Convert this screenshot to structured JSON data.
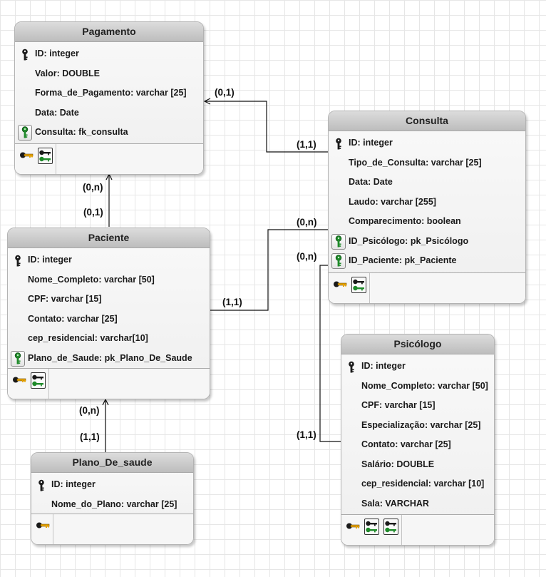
{
  "tables": {
    "pagamento": {
      "title": "Pagamento",
      "fields": [
        "ID: integer",
        "Valor: DOUBLE",
        "Forma_de_Pagamento: varchar [25]",
        "Data: Date",
        "Consulta: fk_consulta"
      ],
      "icons": [
        "primary-key",
        "none",
        "none",
        "none",
        "foreign-key"
      ]
    },
    "consulta": {
      "title": "Consulta",
      "fields": [
        "ID: integer",
        "Tipo_de_Consulta: varchar [25]",
        "Data: Date",
        "Laudo: varchar [255]",
        "Comparecimento: boolean",
        "ID_Psicólogo: pk_Psicólogo",
        "ID_Paciente: pk_Paciente"
      ],
      "icons": [
        "primary-key",
        "none",
        "none",
        "none",
        "none",
        "foreign-key",
        "foreign-key"
      ]
    },
    "paciente": {
      "title": "Paciente",
      "fields": [
        "ID: integer",
        "Nome_Completo: varchar [50]",
        "CPF: varchar [15]",
        "Contato: varchar [25]",
        "cep_residencial: varchar[10]",
        "Plano_de_Saude: pk_Plano_De_Saude"
      ],
      "icons": [
        "primary-key",
        "none",
        "none",
        "none",
        "none",
        "foreign-key"
      ]
    },
    "psicologo": {
      "title": "Psicólogo",
      "fields": [
        "ID: integer",
        "Nome_Completo: varchar [50]",
        "CPF: varchar [15]",
        "Especialização: varchar [25]",
        "Contato: varchar [25]",
        "Salário: DOUBLE",
        "cep_residencial: varchar [10]",
        "Sala: VARCHAR"
      ],
      "icons": [
        "primary-key",
        "none",
        "none",
        "none",
        "none",
        "none",
        "none",
        "none"
      ]
    },
    "plano": {
      "title": "Plano_De_saude",
      "fields": [
        "ID: integer",
        "Nome_do_Plano: varchar [25]"
      ],
      "icons": [
        "primary-key",
        "none"
      ]
    }
  },
  "relations": {
    "pagamento_consulta": {
      "from": "(0,1)",
      "to": "(1,1)"
    },
    "paciente_pagamento": {
      "to": "(0,n)",
      "from": "(0,1)"
    },
    "paciente_consulta": {
      "from": "(1,1)",
      "to": "(0,n)"
    },
    "psicologo_consulta": {
      "to": "(0,n)",
      "from": "(1,1)"
    },
    "plano_paciente": {
      "to": "(0,n)",
      "from": "(1,1)"
    }
  },
  "colors": {
    "key_gold": "#e8a400",
    "key_green": "#1f8a2a",
    "line": "#111111"
  }
}
